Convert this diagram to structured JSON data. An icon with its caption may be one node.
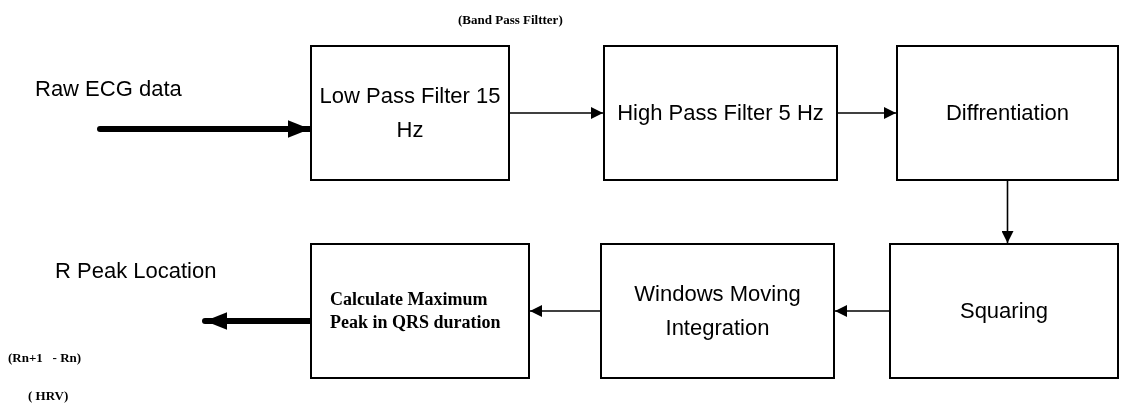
{
  "diagram": {
    "nodes": [
      {
        "text": [
          "Low Pass Filter 15 Hz"
        ]
      },
      {
        "text": [
          "High Pass Filter 5 Hz"
        ]
      },
      {
        "text": [
          "Diffrentiation"
        ]
      },
      {
        "text": [
          "Squaring"
        ]
      },
      {
        "text": [
          "Windows Moving Integration"
        ]
      },
      {
        "text": [
          "Calculate Maximum Peak in QRS  duration"
        ]
      }
    ],
    "edges": [
      {
        "from": null,
        "to": 0,
        "arrow": "to",
        "style": "thick",
        "label": "Raw ECG data"
      },
      {
        "from": 0,
        "to": 1,
        "arrow": "to"
      },
      {
        "from": 1,
        "to": 2,
        "arrow": "to"
      },
      {
        "from": 2,
        "to": 3,
        "arrow": "to"
      },
      {
        "from": 3,
        "to": 4,
        "arrow": "to"
      },
      {
        "from": 4,
        "to": 5,
        "arrow": "to"
      },
      {
        "from": 5,
        "to": null,
        "arrow": "to",
        "style": "thick",
        "label": "R Peak Location"
      }
    ],
    "labels": [
      "(Band Pass Filtter)",
      "(Rn+1   - Rn)",
      "( HRV)"
    ]
  }
}
